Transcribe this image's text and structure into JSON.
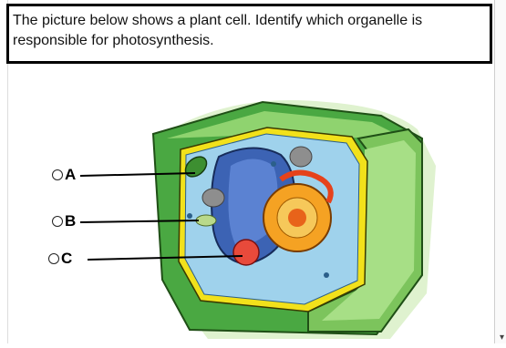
{
  "question": {
    "text": "The picture below shows a plant cell. Identify which organelle is responsible for photosynthesis."
  },
  "choices": [
    {
      "label": "A"
    },
    {
      "label": "B"
    },
    {
      "label": "C"
    }
  ],
  "colors": {
    "cell_wall": "#4aa842",
    "cell_wall_light": "#8fd36f",
    "membrane": "#f2e11b",
    "cytoplasm": "#9fd2ec",
    "nucleus": "#3c63b4",
    "golgi_orange": "#f5a223",
    "chloroplast": "#3d8f31"
  },
  "icons": {
    "scroll_down": "chevron-down-icon"
  }
}
